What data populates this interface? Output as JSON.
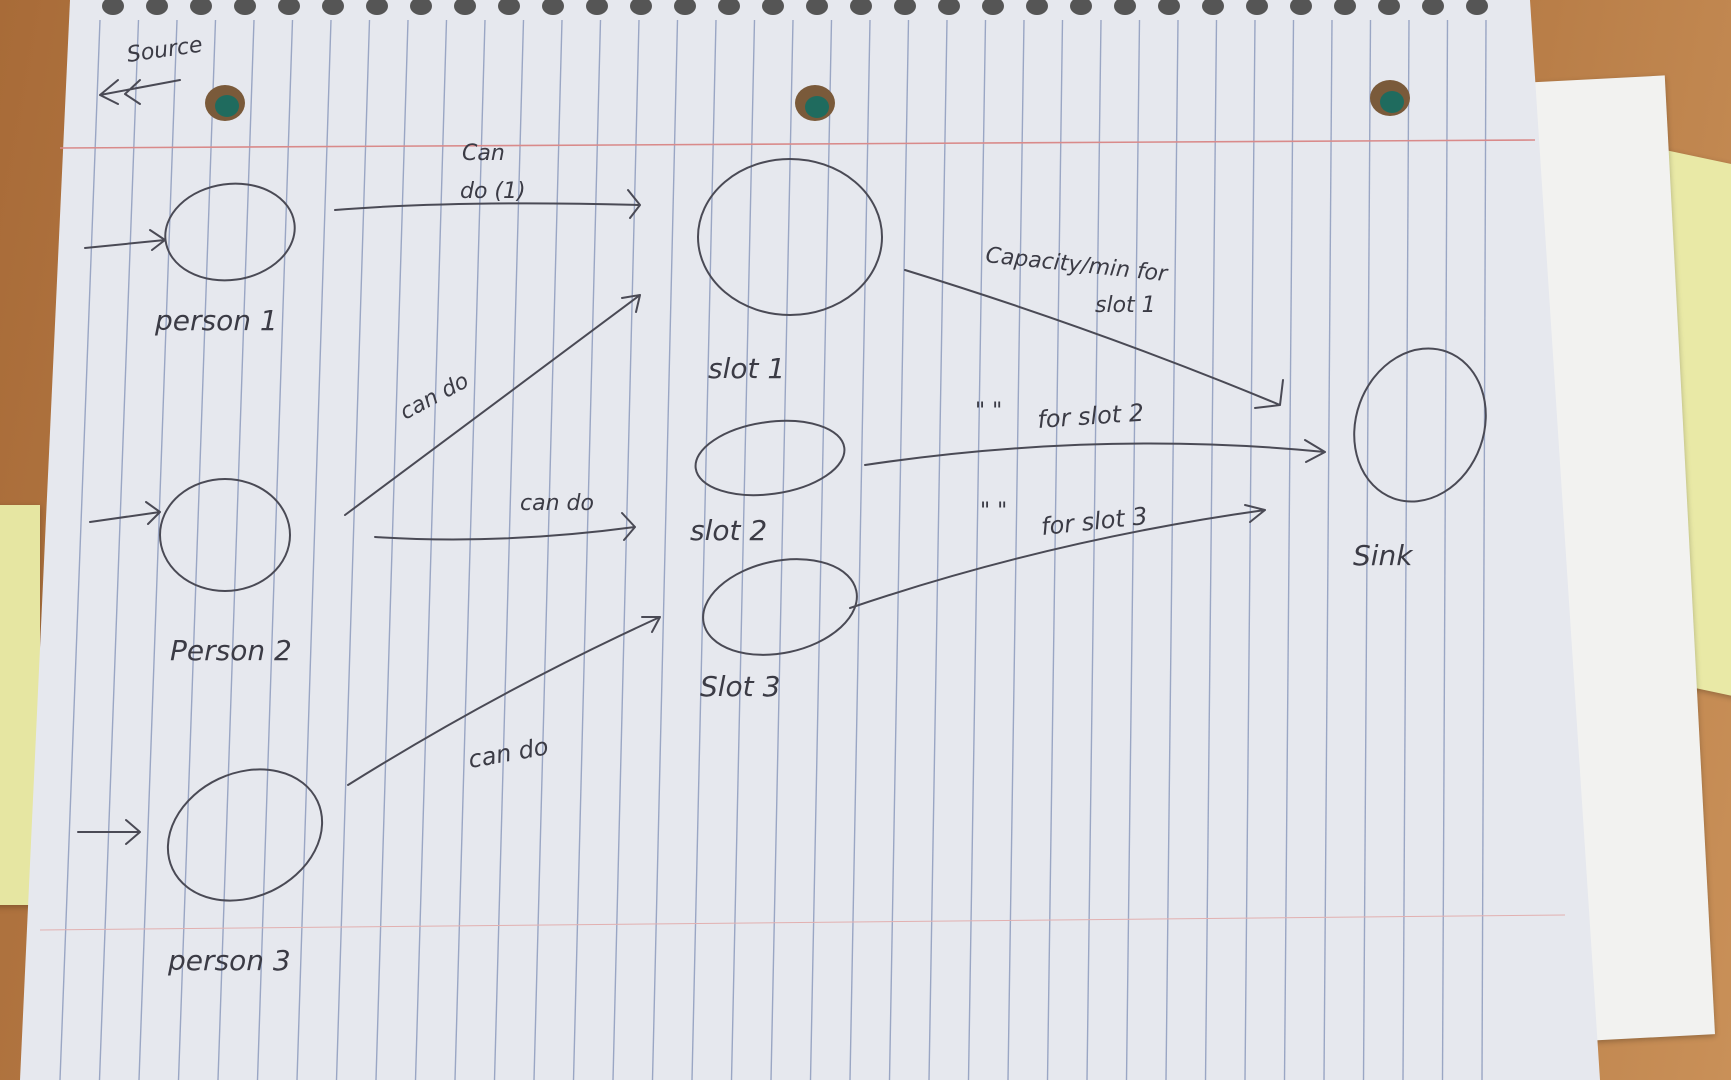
{
  "diagram": {
    "source_label": "Source",
    "nodes": {
      "person1": "person 1",
      "person2": "Person 2",
      "person3": "person 3",
      "slot1": "slot 1",
      "slot2": "slot 2",
      "slot3": "Slot 3",
      "sink": "Sink"
    },
    "edges": {
      "p1_slot1_line1": "Can",
      "p1_slot1_line2": "do (1)",
      "p2_slot1": "can do",
      "p2_slot2": "can do",
      "p3_slot3": "can do",
      "slot1_sink_line1": "Capacity/min for",
      "slot1_sink_line2": "slot 1",
      "slot2_sink_ditto": "\" \"",
      "slot2_sink": "for slot 2",
      "slot3_sink_ditto": "\" \"",
      "slot3_sink": "for slot 3"
    }
  },
  "colors": {
    "paper": "#e6e8ee",
    "rule_line": "#9aa6c4",
    "margin_line": "#d98a8a",
    "ink": "#3b3b45"
  }
}
